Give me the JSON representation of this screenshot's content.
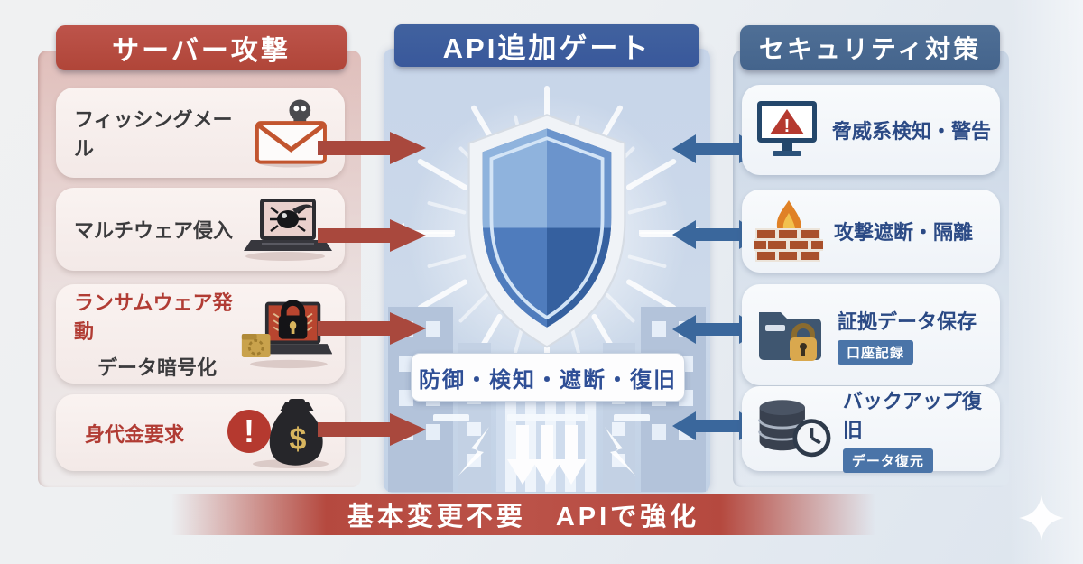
{
  "left": {
    "header": "サーバー攻撃",
    "items": [
      {
        "label": "フィッシングメール",
        "icon": "phishing-mail-skull-icon"
      },
      {
        "label": "マルチウェア侵入",
        "icon": "malware-laptop-bug-icon"
      },
      {
        "label": "ランサムウェア発動",
        "sublabel": "データ暗号化",
        "icon": "ransomware-lock-laptop-icon"
      },
      {
        "label": "身代金要求",
        "icon": "ransom-alert-moneybag-icon"
      }
    ]
  },
  "center": {
    "header": "API追加ゲート",
    "shield": "shield-icon",
    "label": "防御・検知・遮断・復旧"
  },
  "right": {
    "header": "セキュリティ対策",
    "items": [
      {
        "label": "脅威系検知・警告",
        "icon": "monitor-warning-icon"
      },
      {
        "label": "攻撃遮断・隔離",
        "icon": "firewall-flame-icon"
      },
      {
        "label": "証拠データ保存",
        "badge": "口座記録",
        "icon": "folder-lock-icon"
      },
      {
        "label": "バックアップ復旧",
        "badge": "データ復元",
        "icon": "database-clock-icon"
      }
    ]
  },
  "footer": {
    "label": "基本変更不要　APIで強化"
  },
  "glyphs": {
    "alert": "!",
    "money": "$",
    "warning": "!"
  },
  "colors": {
    "attack_red": "#b5493f",
    "gate_blue": "#3a5ea8",
    "security_steel_blue": "#4a6b94",
    "arrow_red": "#a9483d",
    "arrow_blue": "#3a679c",
    "text_red": "#b13c34",
    "text_blue": "#2b4a85",
    "badge_blue": "#4a74a8",
    "shield_blue": "#3e69ad"
  }
}
